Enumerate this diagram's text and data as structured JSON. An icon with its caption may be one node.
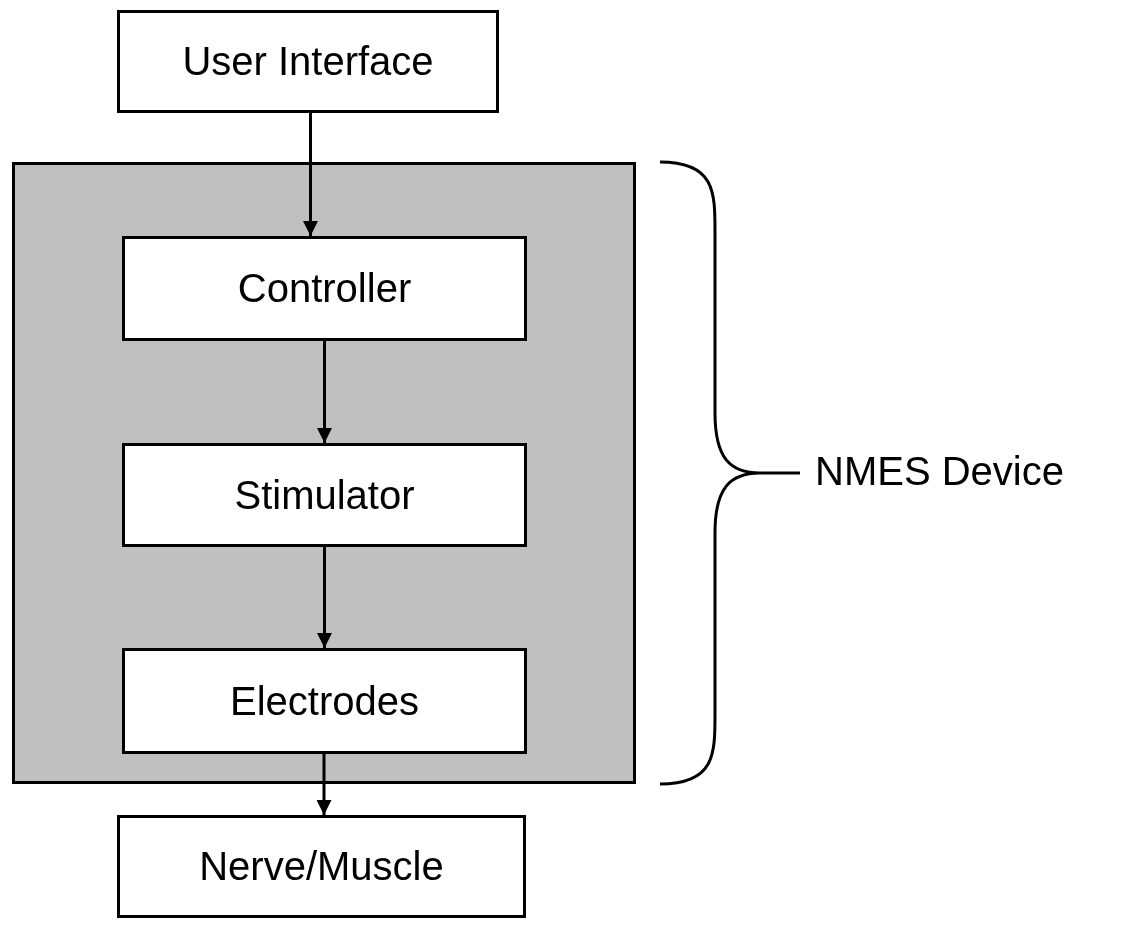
{
  "diagram": {
    "nodes": [
      {
        "text": [
          "User Interface"
        ]
      },
      {
        "text": [],
        "shape": "box"
      },
      {
        "text": [
          "Controller"
        ],
        "in": 1
      },
      {
        "text": [
          "Stimulator"
        ],
        "in": 1
      },
      {
        "text": [
          "Electrodes"
        ],
        "in": 1
      },
      {
        "text": [
          "Nerve/Muscle"
        ]
      }
    ],
    "edges": [
      {
        "from": 0,
        "to": 2,
        "arrow": "to"
      },
      {
        "from": 2,
        "to": 3,
        "arrow": "to"
      },
      {
        "from": 3,
        "to": 4,
        "arrow": "to"
      },
      {
        "from": 4,
        "to": 5,
        "arrow": "to"
      }
    ],
    "labels": [
      "NMES Device"
    ]
  }
}
